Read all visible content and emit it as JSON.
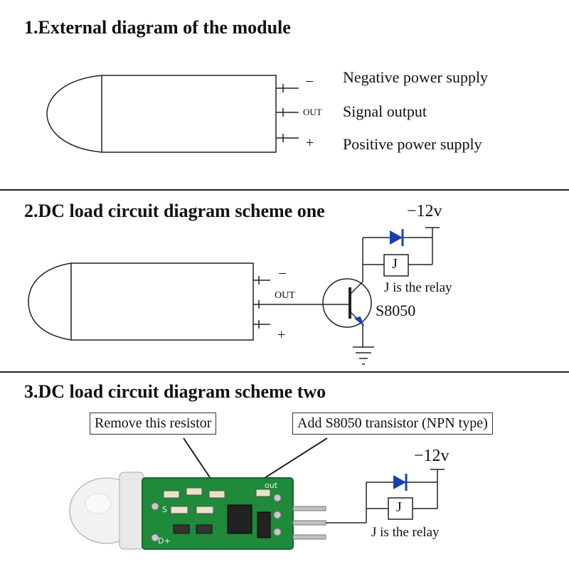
{
  "section1": {
    "title": "1.External diagram of the module",
    "pins": [
      {
        "symbol": "–",
        "desc": "Negative power supply"
      },
      {
        "symbol": "OUT",
        "desc": "Signal output"
      },
      {
        "symbol": "+",
        "desc": "Positive power supply"
      }
    ]
  },
  "section2": {
    "title": "2.DC load circuit diagram scheme one",
    "supply": "−12v",
    "minus": "–",
    "out": "OUT",
    "plus": "+",
    "relay_symbol": "J",
    "relay_note": "J is the relay",
    "transistor": "S8050"
  },
  "section3": {
    "title": "3.DC load circuit diagram scheme two",
    "callout_left": "Remove this resistor",
    "callout_right": "Add S8050 transistor (NPN type)",
    "supply": "−12v",
    "relay_symbol": "J",
    "relay_note": "J is the relay",
    "board_labels": {
      "out": "out",
      "s": "S",
      "dplus": "D+"
    }
  },
  "colors": {
    "diode": "#1c3fb0",
    "pcb": "#1e8a3a",
    "line": "#222222"
  }
}
